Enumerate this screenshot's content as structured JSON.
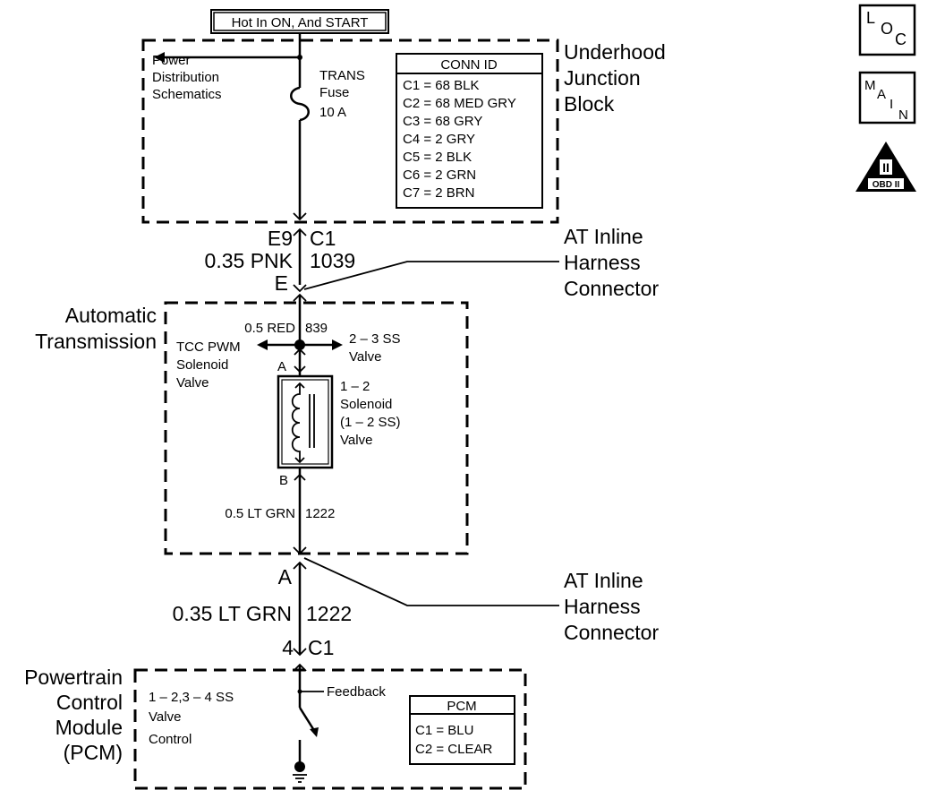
{
  "top_label": "Hot In ON, And START",
  "underhood": {
    "title": [
      "Underhood",
      "Junction",
      "Block"
    ],
    "power_dist": [
      "Power",
      "Distribution",
      "Schematics"
    ],
    "fuse": [
      "TRANS",
      "Fuse",
      "10 A"
    ],
    "conn_id_title": "CONN ID",
    "conn_id_rows": [
      "C1 = 68 BLK",
      "C2 = 68 MED GRY",
      "C3 = 68 GRY",
      "C4 = 2 GRY",
      "C5 = 2 BLK",
      "C6 = 2 GRN",
      "C7 = 2 BRN"
    ]
  },
  "connector1": {
    "pin_left": "E9",
    "pin_right": "C1",
    "wire_color": "0.35 PNK",
    "circuit": "1039",
    "pin_bottom": "E",
    "label": [
      "AT Inline",
      "Harness",
      "Connector"
    ]
  },
  "transmission": {
    "title": [
      "Automatic",
      "Transmission"
    ],
    "wire_color_top": "0.5 RED",
    "circuit_top": "839",
    "tcc": [
      "TCC PWM",
      "Solenoid",
      "Valve"
    ],
    "ss23": [
      "2 – 3 SS",
      "Valve"
    ],
    "pin_a": "A",
    "pin_b": "B",
    "solenoid": [
      "1 – 2",
      "Solenoid",
      "(1 – 2 SS)",
      "Valve"
    ],
    "wire_color_bottom": "0.5 LT GRN",
    "circuit_bottom": "1222"
  },
  "connector2": {
    "pin_top": "A",
    "wire_color": "0.35 LT GRN",
    "circuit": "1222",
    "pin_left": "4",
    "pin_right": "C1",
    "label": [
      "AT Inline",
      "Harness",
      "Connector"
    ]
  },
  "pcm": {
    "title": [
      "Powertrain",
      "Control",
      "Module",
      "(PCM)"
    ],
    "valve_control": [
      "1 – 2,3 – 4 SS",
      "Valve",
      "Control"
    ],
    "feedback": "Feedback",
    "table_title": "PCM",
    "table_rows": [
      "C1 = BLU",
      "C2 = CLEAR"
    ]
  },
  "icons": {
    "loc": [
      "L",
      "O",
      "C"
    ],
    "main": [
      "M",
      "A",
      "I",
      "N"
    ],
    "obd_numeral": "II",
    "obd_text": "OBD II"
  }
}
